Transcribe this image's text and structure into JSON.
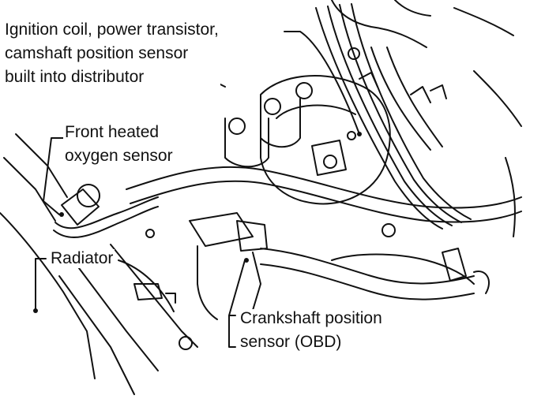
{
  "diagram": {
    "labels": {
      "ignition_line1": "Ignition coil, power transistor,",
      "ignition_line2": "camshaft position sensor",
      "ignition_line3": "built into distributor",
      "oxygen_line1": "Front heated",
      "oxygen_line2": "oxygen sensor",
      "radiator": "Radiator",
      "crank_line1": "Crankshaft position",
      "crank_line2": "sensor (OBD)"
    }
  }
}
